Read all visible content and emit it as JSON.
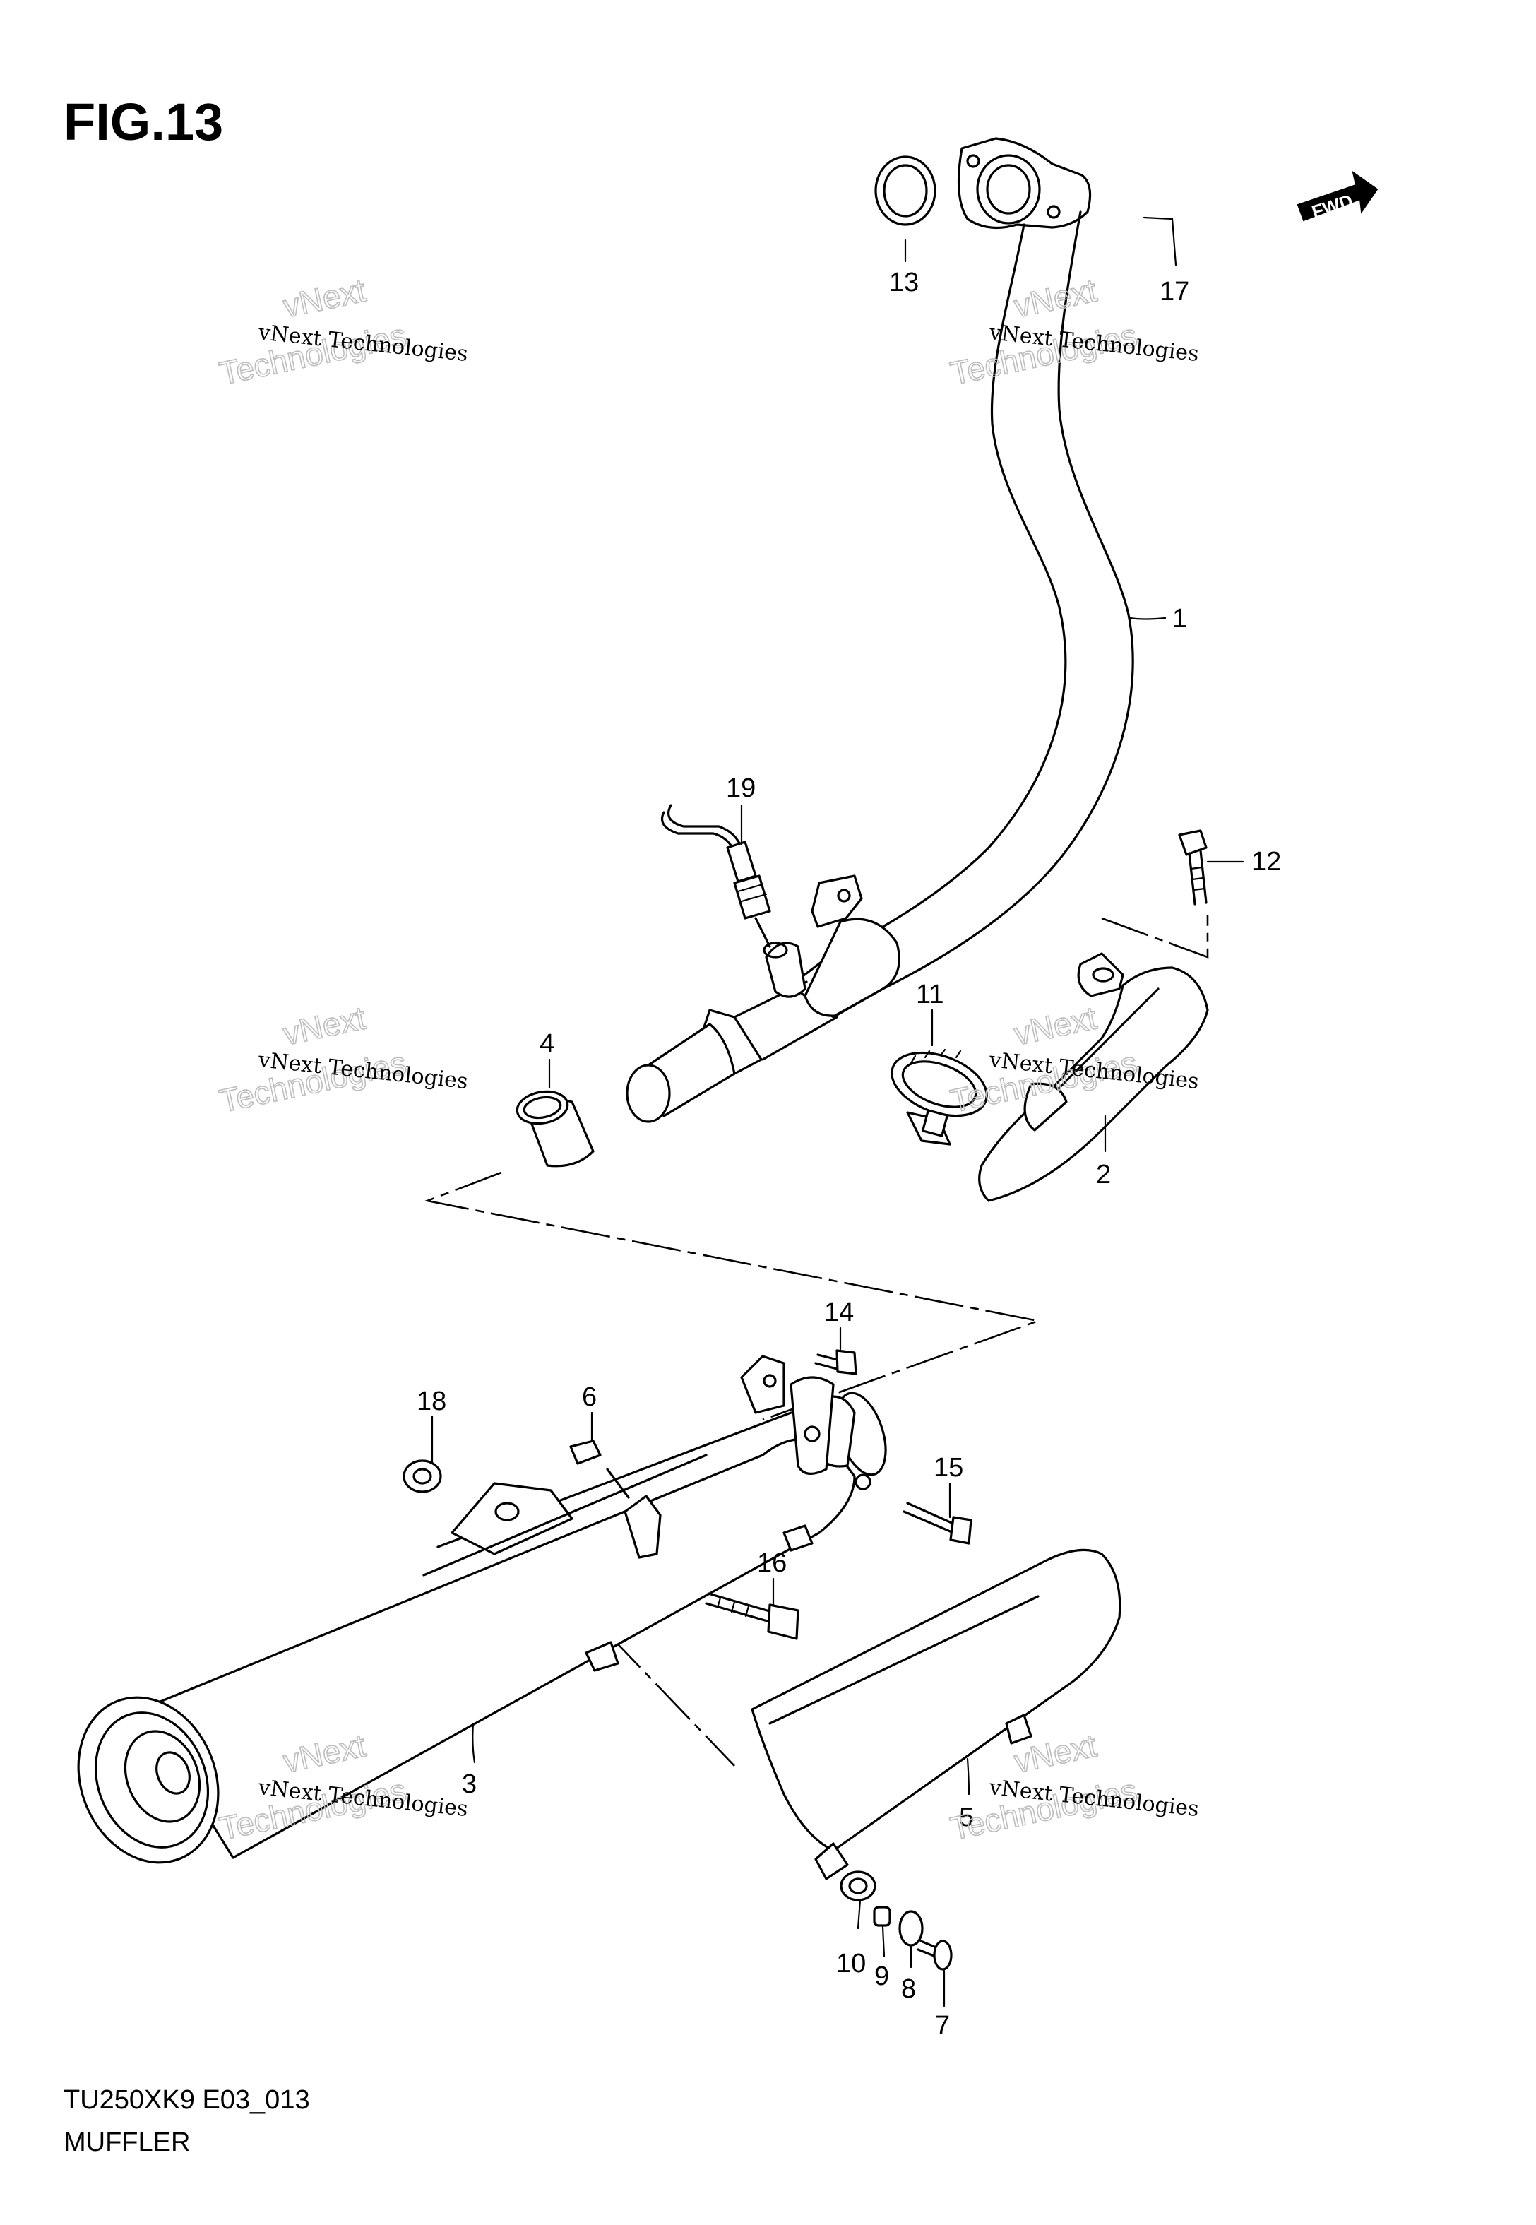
{
  "figure": {
    "title": "FIG.13",
    "model_code": "TU250XK9 E03_013",
    "name": "MUFFLER"
  },
  "fwd_label": "FWD",
  "watermark": {
    "line1": "vNext Technologies",
    "line2_a": "vNext",
    "line2_b": "Technologies"
  },
  "callouts": [
    "1",
    "2",
    "3",
    "4",
    "5",
    "6",
    "7",
    "8",
    "9",
    "10",
    "11",
    "12",
    "13",
    "14",
    "15",
    "16",
    "17",
    "18",
    "19"
  ]
}
